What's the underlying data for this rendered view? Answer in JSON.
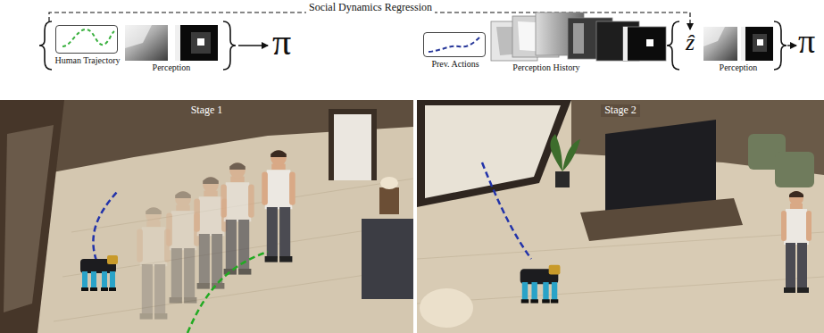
{
  "diagram": {
    "nodes": [
      {
        "text": [
          "Human Trajectory"
        ]
      },
      {
        "text": [
          "Prev. Actions"
        ]
      },
      {
        "text": [
          "Stage 1"
        ]
      },
      {
        "text": [
          "Stage 2"
        ]
      }
    ],
    "labels": [
      "Social Dynamics Regression",
      "Perception",
      "π",
      "Perception History",
      "ẑ",
      "Perception",
      "π"
    ]
  }
}
